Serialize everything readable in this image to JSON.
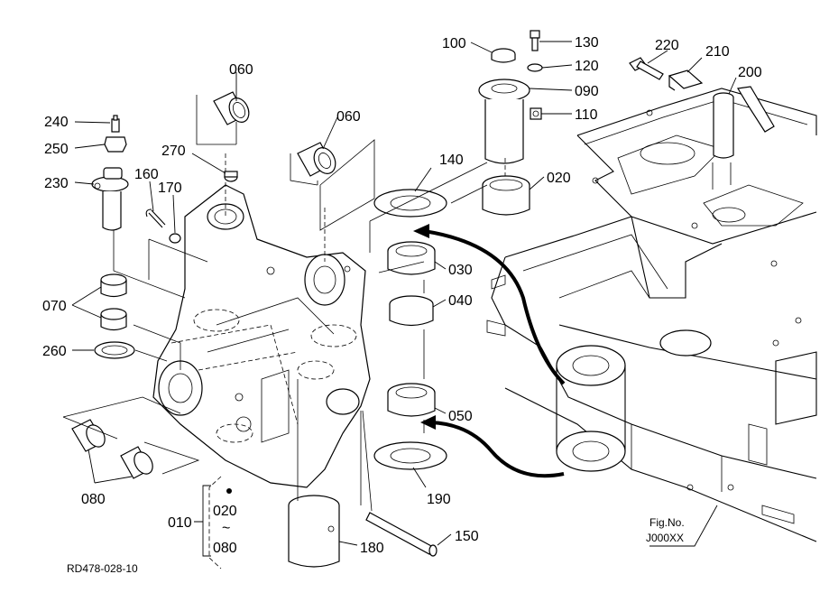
{
  "labels": {
    "l060a": "060",
    "l060b": "060",
    "l240": "240",
    "l250": "250",
    "l230": "230",
    "l270": "270",
    "l160": "160",
    "l170": "170",
    "l070": "070",
    "l260": "260",
    "l080": "080",
    "l100": "100",
    "l130": "130",
    "l120": "120",
    "l090": "090",
    "l110": "110",
    "l020": "020",
    "l140": "140",
    "l030": "030",
    "l040": "040",
    "l050": "050",
    "l190": "190",
    "l150": "150",
    "l180": "180",
    "l220": "220",
    "l210": "210",
    "l200": "200",
    "l010": "010",
    "range_start": "020",
    "range_sep": "~",
    "range_end": "080",
    "fig_label": "Fig.No.",
    "fig_number": "J000XX",
    "drawing_code": "RD478-028-10"
  }
}
